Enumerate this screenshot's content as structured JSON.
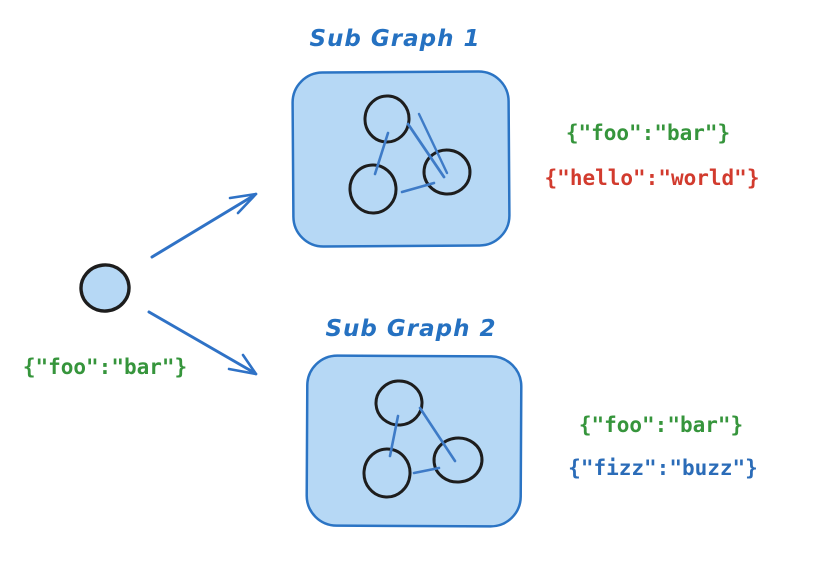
{
  "diagram": {
    "root": {
      "label": "{\"foo\":\"bar\"}",
      "label_color": "#36953c"
    },
    "subgraphs": [
      {
        "title": "Sub Graph 1",
        "node_count": 3,
        "labels": [
          {
            "text": "{\"foo\":\"bar\"}",
            "color": "#36953c"
          },
          {
            "text": "{\"hello\":\"world\"}",
            "color": "#d23b2e"
          }
        ]
      },
      {
        "title": "Sub Graph 2",
        "node_count": 3,
        "labels": [
          {
            "text": "{\"foo\":\"bar\"}",
            "color": "#36953c"
          },
          {
            "text": "{\"fizz\":\"buzz\"}",
            "color": "#2b6cb8"
          }
        ]
      }
    ]
  },
  "colors": {
    "background": "#ffffff",
    "box_fill": "#b6d8f5",
    "box_stroke": "#2b74c4",
    "node_stroke": "#1d1d1d",
    "edge_blue": "#3e7bc7",
    "arrow_blue": "#2f72c6",
    "title_blue": "#2571c1",
    "label_green": "#36953c",
    "label_red": "#d23b2e",
    "label_blue": "#2b6cb8"
  }
}
